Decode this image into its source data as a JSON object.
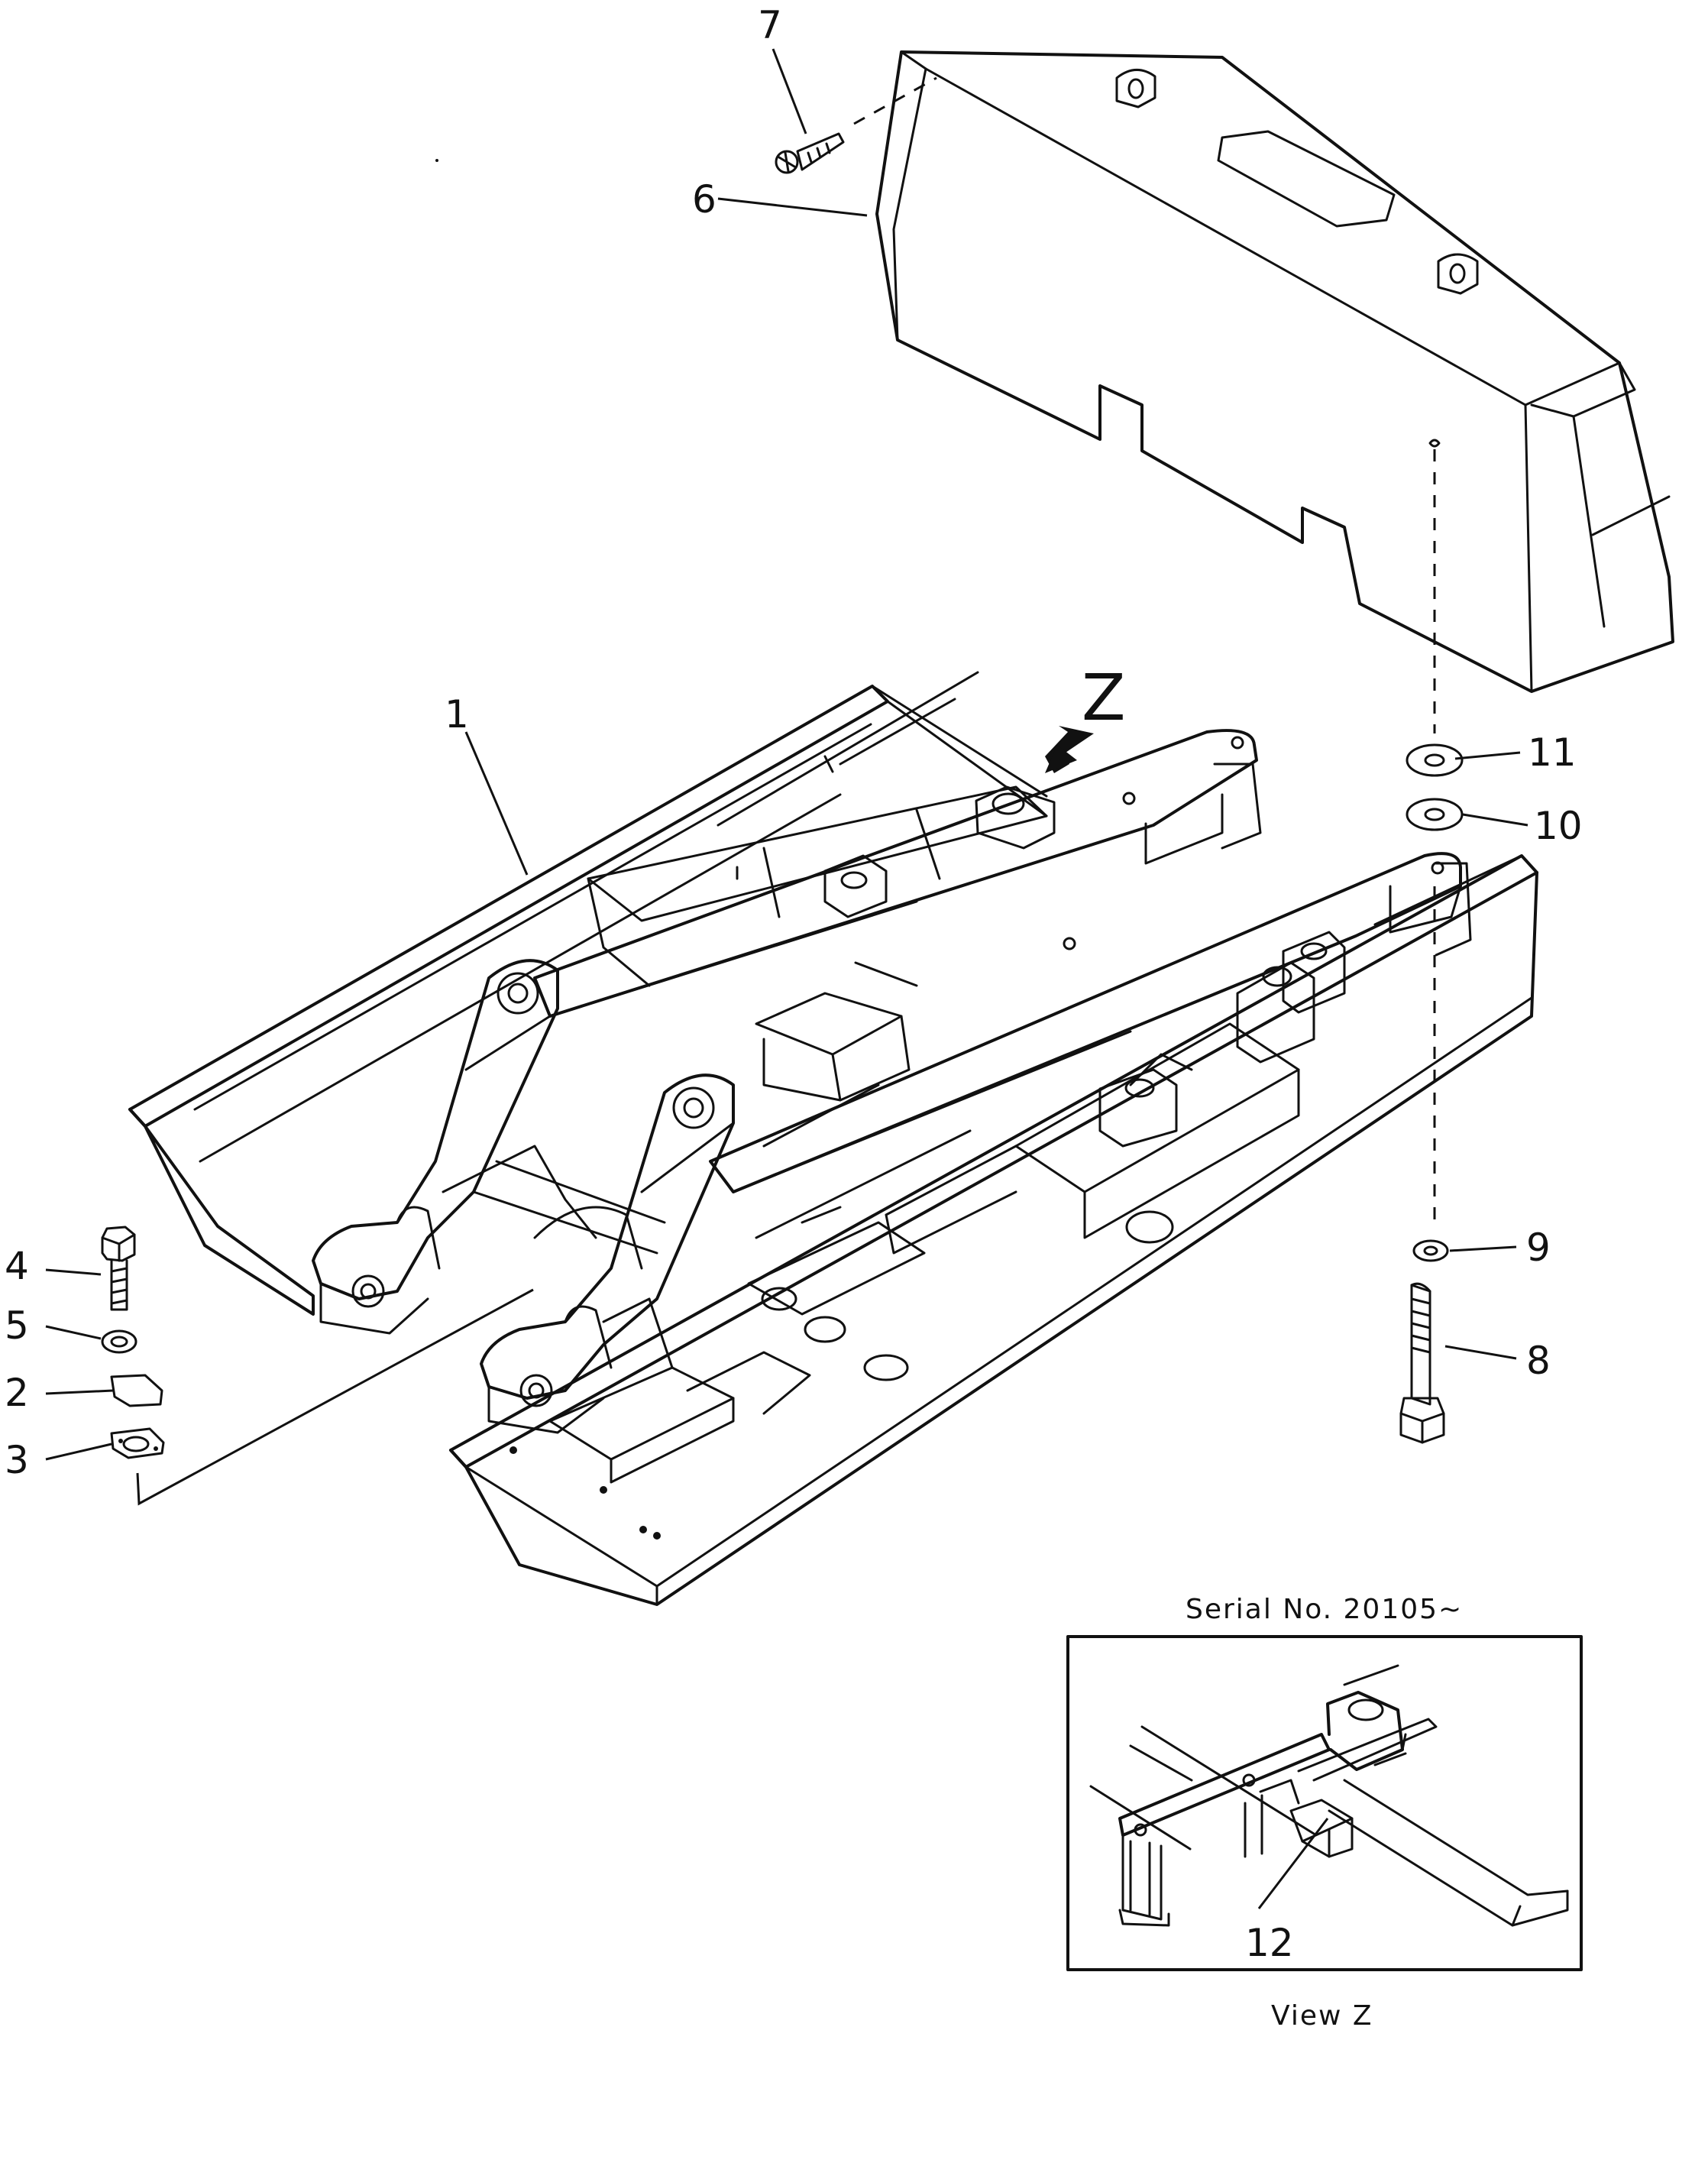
{
  "callouts": {
    "c1": "1",
    "c2": "2",
    "c3": "3",
    "c4": "4",
    "c5": "5",
    "c6": "6",
    "c7": "7",
    "c8": "8",
    "c9": "9",
    "c10": "10",
    "c11": "11",
    "c12": "12"
  },
  "view_marker": "Z",
  "inset": {
    "serial_caption": "Serial No. 20105~",
    "view_caption": "View Z"
  }
}
